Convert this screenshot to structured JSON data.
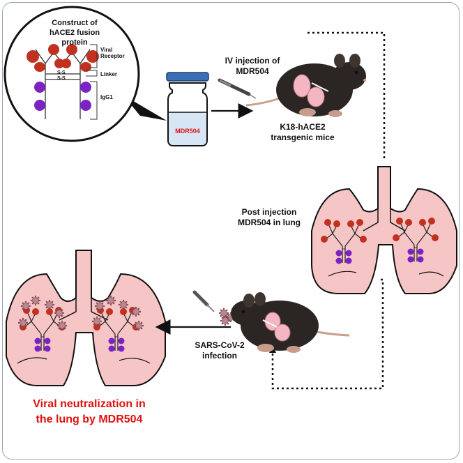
{
  "construct": {
    "title_line1": "Construct of",
    "title_line2": "hACE2 fusion protein",
    "label_receptor_line1": "Viral",
    "label_receptor_line2": "Receptor",
    "label_linker": "Linker",
    "label_igg": "IgG1",
    "disulfide_1": "S-S",
    "disulfide_2": "S-S"
  },
  "vial_label": "MDR504",
  "steps": {
    "iv_line1": "IV injection of",
    "iv_line2": "MDR504",
    "mice_line1": "K18-hACE2",
    "mice_line2": "transgenic mice",
    "post_line1": "Post injection",
    "post_line2": "MDR504 in lung",
    "infection_line1": "SARS-CoV-2",
    "infection_line2": "infection"
  },
  "conclusion": {
    "line1": "Viral neutralization in",
    "line2": "the lung by MDR504"
  },
  "colors": {
    "receptor": "#c0311f",
    "igg": "#7b22c4",
    "lung": "#f6c5c5",
    "conclusion_text": "#e01010",
    "vial_cap": "#3a6fb5",
    "vial_liquid": "#d6e6f5"
  }
}
